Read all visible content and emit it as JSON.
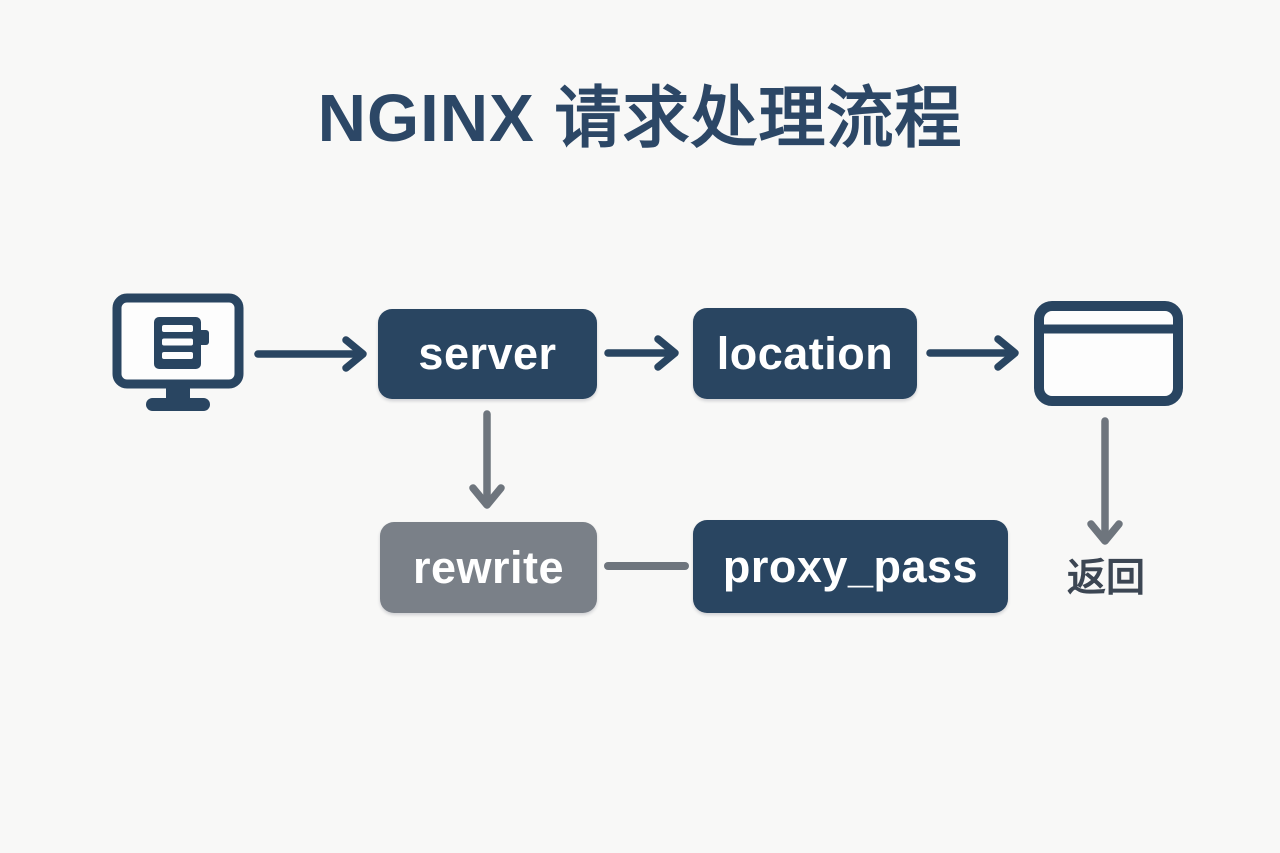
{
  "title": "NGINX 请求处理流程",
  "nodes": {
    "client": {
      "icon": "monitor-with-document-icon"
    },
    "server": {
      "label": "server",
      "fill": "#294561"
    },
    "location": {
      "label": "location",
      "fill": "#294561"
    },
    "browser": {
      "icon": "browser-window-icon"
    },
    "rewrite": {
      "label": "rewrite",
      "fill": "#7a8088"
    },
    "proxy_pass": {
      "label": "proxy_pass",
      "fill": "#294561"
    },
    "return": {
      "label": "返回",
      "text_color": "#3c4653"
    }
  },
  "edges": [
    {
      "from": "client",
      "to": "server",
      "style": "arrow",
      "direction": "right",
      "color": "#294561"
    },
    {
      "from": "server",
      "to": "location",
      "style": "arrow",
      "direction": "right",
      "color": "#294561"
    },
    {
      "from": "location",
      "to": "browser",
      "style": "arrow",
      "direction": "right",
      "color": "#294561"
    },
    {
      "from": "server",
      "to": "rewrite",
      "style": "arrow",
      "direction": "down",
      "color": "#6e757d"
    },
    {
      "from": "rewrite",
      "to": "proxy_pass",
      "style": "plain-line",
      "direction": "right",
      "color": "#6e757d"
    },
    {
      "from": "browser",
      "to": "return",
      "style": "arrow",
      "direction": "down",
      "color": "#6e757d"
    }
  ],
  "colors": {
    "background": "#f8f8f7",
    "navy": "#294561",
    "gray_node": "#7a8088",
    "gray_connector": "#6e757d",
    "title_text": "#2c4766",
    "node_text": "#ffffff",
    "return_text": "#3c4653",
    "icon_fill": "#fdfdfd"
  }
}
